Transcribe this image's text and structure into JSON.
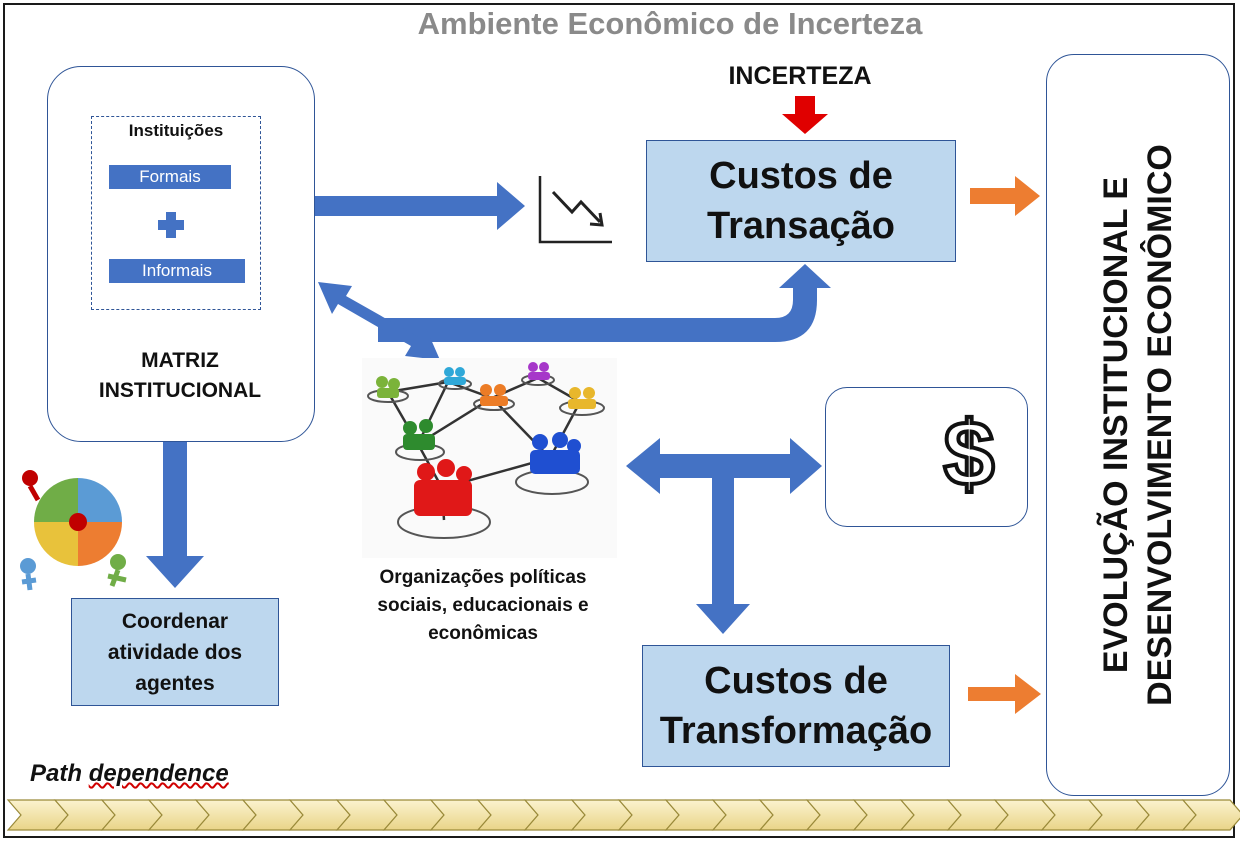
{
  "diagram": {
    "title": "Ambiente Econômico de Incerteza",
    "uncertainty_label": "INCERTEZA",
    "institutions": {
      "heading": "Instituições",
      "formal": "Formais",
      "informal": "Informais",
      "matrix_line1": "MATRIZ",
      "matrix_line2": "INSTITUCIONAL"
    },
    "transaction_costs": {
      "line1": "Custos de",
      "line2": "Transação"
    },
    "transformation_costs": {
      "line1": "Custos de",
      "line2": "Transformação"
    },
    "coordinate": {
      "line1": "Coordenar",
      "line2": "atividade dos",
      "line3": "agentes"
    },
    "organizations": {
      "line1": "Organizações políticas",
      "line2": "sociais, educacionais  e",
      "line3": "econômicas"
    },
    "evolution": {
      "line1": "EVOLUÇÃO INSTITUCIONAL E",
      "line2": "DESENVOLVIMENTO ECONÔMICO"
    },
    "path_dependence": {
      "word1": "Path",
      "word2": "dependence"
    },
    "dollar_symbol": "$",
    "icons": [
      "puzzle-people-icon",
      "declining-chart-icon",
      "people-network-icon",
      "technology-circuit-icon",
      "dollar-icon"
    ]
  },
  "colors": {
    "arrow_blue": "#4472c4",
    "box_fill": "#bdd7ee",
    "box_border": "#2f5597",
    "orange_arrow": "#ed7d31",
    "red_arrow": "#e00000",
    "title_gray": "#8a8a8a",
    "timeline_fill": "#f2e5a8"
  }
}
